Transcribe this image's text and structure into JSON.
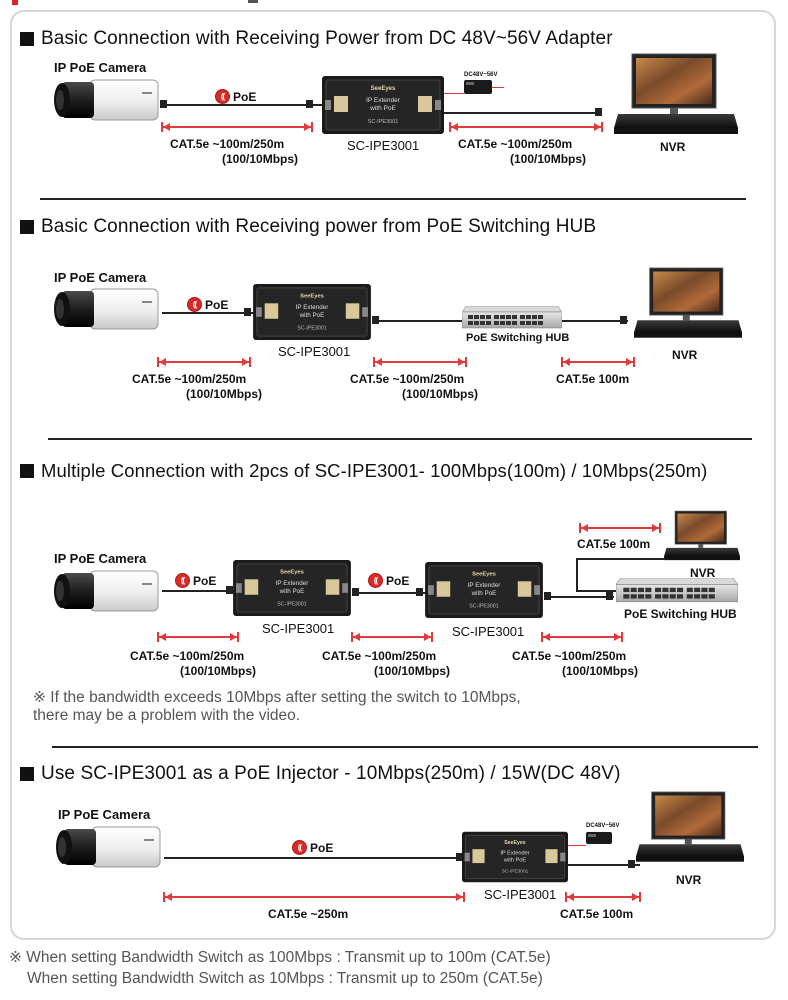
{
  "sections": [
    {
      "title": "Basic Connection with Receiving Power from DC 48V~56V Adapter",
      "camera_label": "IP PoE Camera",
      "poe_label": "PoE",
      "device_label": "SC-IPE3001",
      "adapter_label": "DC48V~56V",
      "nvr_label": "NVR",
      "dist": [
        {
          "l1": "CAT.5e ~100m/250m",
          "l2": "(100/10Mbps)"
        },
        {
          "l1": "CAT.5e ~100m/250m",
          "l2": "(100/10Mbps)"
        }
      ]
    },
    {
      "title": "Basic Connection with Receiving power from PoE Switching HUB",
      "camera_label": "IP PoE Camera",
      "poe_label": "PoE",
      "device_label": "SC-IPE3001",
      "hub_label": "PoE Switching HUB",
      "nvr_label": "NVR",
      "dist": [
        {
          "l1": "CAT.5e ~100m/250m",
          "l2": "(100/10Mbps)"
        },
        {
          "l1": "CAT.5e ~100m/250m",
          "l2": "(100/10Mbps)"
        },
        {
          "l1": "CAT.5e 100m"
        }
      ]
    },
    {
      "title": "Multiple Connection with 2pcs of SC-IPE3001- 100Mbps(100m) / 10Mbps(250m)",
      "camera_label": "IP PoE Camera",
      "poe_label": "PoE",
      "poe_label2": "PoE",
      "device_label": "SC-IPE3001",
      "device_label2": "SC-IPE3001",
      "nvr_label": "NVR",
      "hub_label": "PoE Switching HUB",
      "nvr_dist": "CAT.5e 100m",
      "dist": [
        {
          "l1": "CAT.5e ~100m/250m",
          "l2": "(100/10Mbps)"
        },
        {
          "l1": "CAT.5e ~100m/250m",
          "l2": "(100/10Mbps)"
        },
        {
          "l1": "CAT.5e ~100m/250m",
          "l2": "(100/10Mbps)"
        }
      ],
      "note_l1": "※ If the bandwidth exceeds 10Mbps after setting the switch to 10Mbps,",
      "note_l2": "there may be a problem with the video."
    },
    {
      "title": "Use SC-IPE3001 as a PoE Injector - 10Mbps(250m) / 15W(DC 48V)",
      "camera_label": "IP PoE Camera",
      "poe_label": "PoE",
      "device_label": "SC-IPE3001",
      "adapter_label": "DC48V~56V",
      "nvr_label": "NVR",
      "dist": [
        {
          "l1": "CAT.5e ~250m"
        },
        {
          "l1": "CAT.5e 100m"
        }
      ]
    }
  ],
  "device_faceplate": {
    "brand": "SeeEyes",
    "line1": "IP Extender",
    "line2": "with PoE",
    "model": "SC-IPE3001"
  },
  "footer": {
    "l1": "※ When setting Bandwidth Switch as 100Mbps : Transmit up to 100m (CAT.5e)",
    "l2": "When setting Bandwidth Switch as 10Mbps : Transmit up to 250m (CAT.5e)"
  },
  "colors": {
    "accent_red": "#e03a3a",
    "poe_red": "#d72a2a",
    "device_body": "#1a1a1a",
    "frame": "#d6d6d6"
  }
}
